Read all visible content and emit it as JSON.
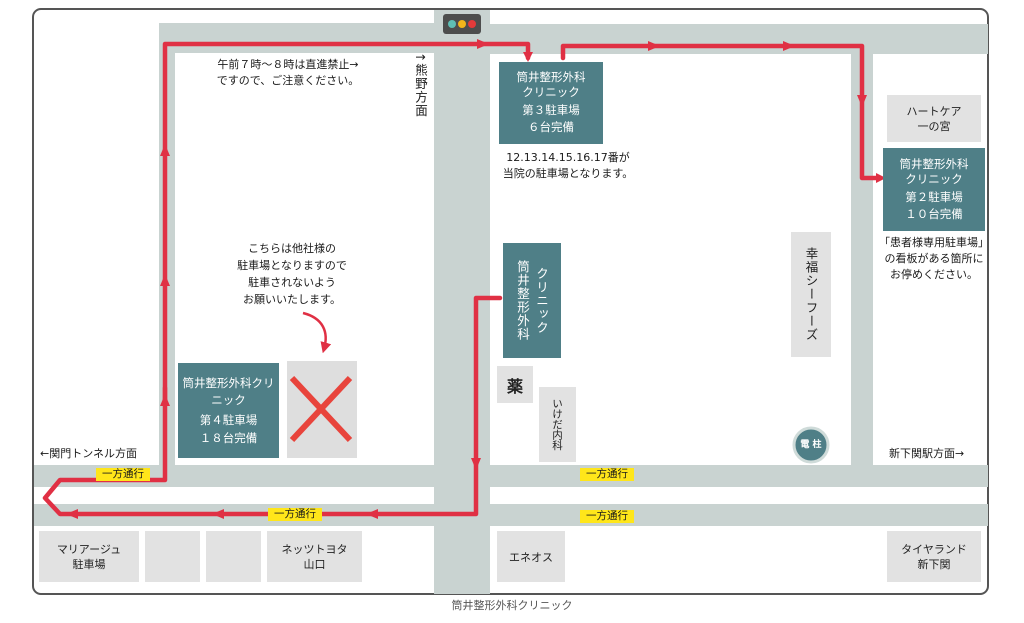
{
  "map": {
    "caption": "筒井整形外科クリニック",
    "colors": {
      "road": "#c9d3d1",
      "route": "#e03044",
      "teal": "#4f7f87",
      "gray_lot": "#e2e2e2",
      "oneway_bg": "#ffe61a",
      "cross": "#e8443c",
      "frame": "#555555"
    },
    "traffic_light_icon": "traffic-light-icon",
    "lots": {
      "no3_name": "筒井整形外科クリニック",
      "no3_title": "第３駐車場",
      "no3_cap": "６台完備",
      "no2_name": "筒井整形外科クリニック",
      "no2_title": "第２駐車場",
      "no2_cap": "１０台完備",
      "no4_name": "筒井整形外科クリニック",
      "no4_title": "第４駐車場",
      "no4_cap": "１８台完備"
    },
    "clinic": {
      "line1": "筒井整形外科",
      "line2": "クリニック"
    },
    "places": {
      "heart_care": [
        "ハートケア",
        "一の宮"
      ],
      "kofuku": "幸福シーフーズ",
      "ikeda": "いけだ内科",
      "kusuri": "薬",
      "denchu": "電 柱",
      "marie": [
        "マリアージュ",
        "駐車場"
      ],
      "netz": [
        "ネッツトヨタ",
        "山口"
      ],
      "eneos": "エネオス",
      "taiyaland": [
        "タイヤランド",
        "新下関"
      ]
    },
    "notes": {
      "morning": [
        "午前７時～８時は直進禁止→",
        "ですので、ご注意ください。"
      ],
      "no3": [
        "12.13.14.15.16.17番が",
        "当院の駐車場となります。"
      ],
      "no2": [
        "「患者様専用駐車場」",
        "の看板がある箇所に",
        "お停めください。"
      ],
      "other": [
        "こちらは他社様の",
        "駐車場となりますので",
        "駐車されないよう",
        "お願いいたします。"
      ]
    },
    "directions": {
      "kumano": "↑熊野方面",
      "kanmon": "←関門トンネル方面",
      "shimonoseki": "新下関駅方面→"
    },
    "oneway_label": "一方通行"
  }
}
